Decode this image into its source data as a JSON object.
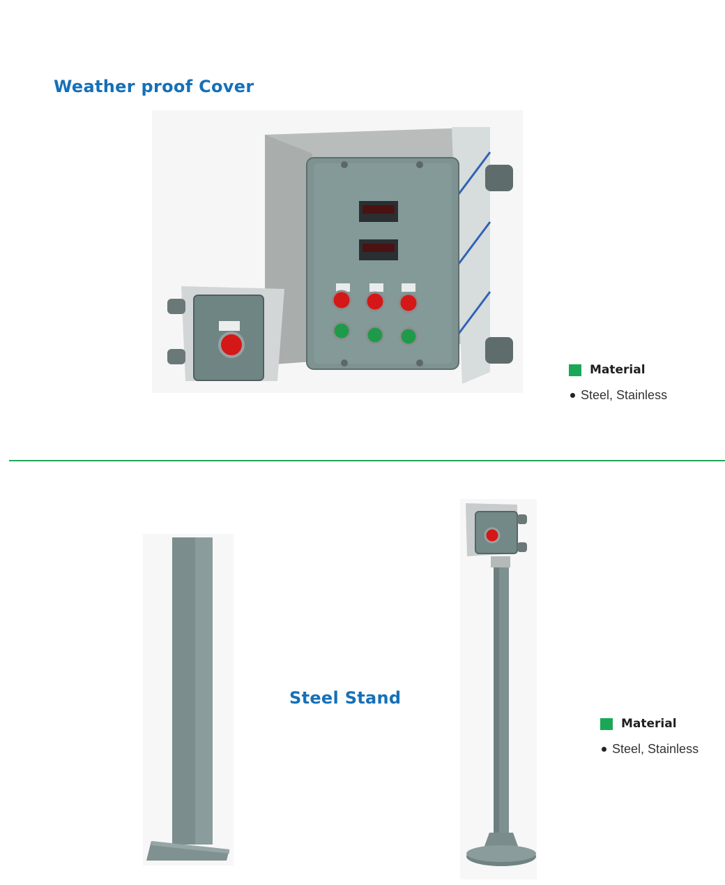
{
  "sections": [
    {
      "title": "Weather proof Cover",
      "spec": {
        "heading": "Material",
        "items": [
          "Steel, Stainless"
        ]
      }
    },
    {
      "title": "Steel Stand",
      "spec": {
        "heading": "Material",
        "items": [
          "Steel, Stainless"
        ]
      }
    }
  ],
  "colors": {
    "title_blue": "#1570b8",
    "accent_green": "#1aa857",
    "divider_green": "#27a55b",
    "enclosure_gray": "#7d9291",
    "steel": "#c9cccc"
  },
  "icons": [
    "spec-bullet-square-icon",
    "list-bullet-icon"
  ]
}
